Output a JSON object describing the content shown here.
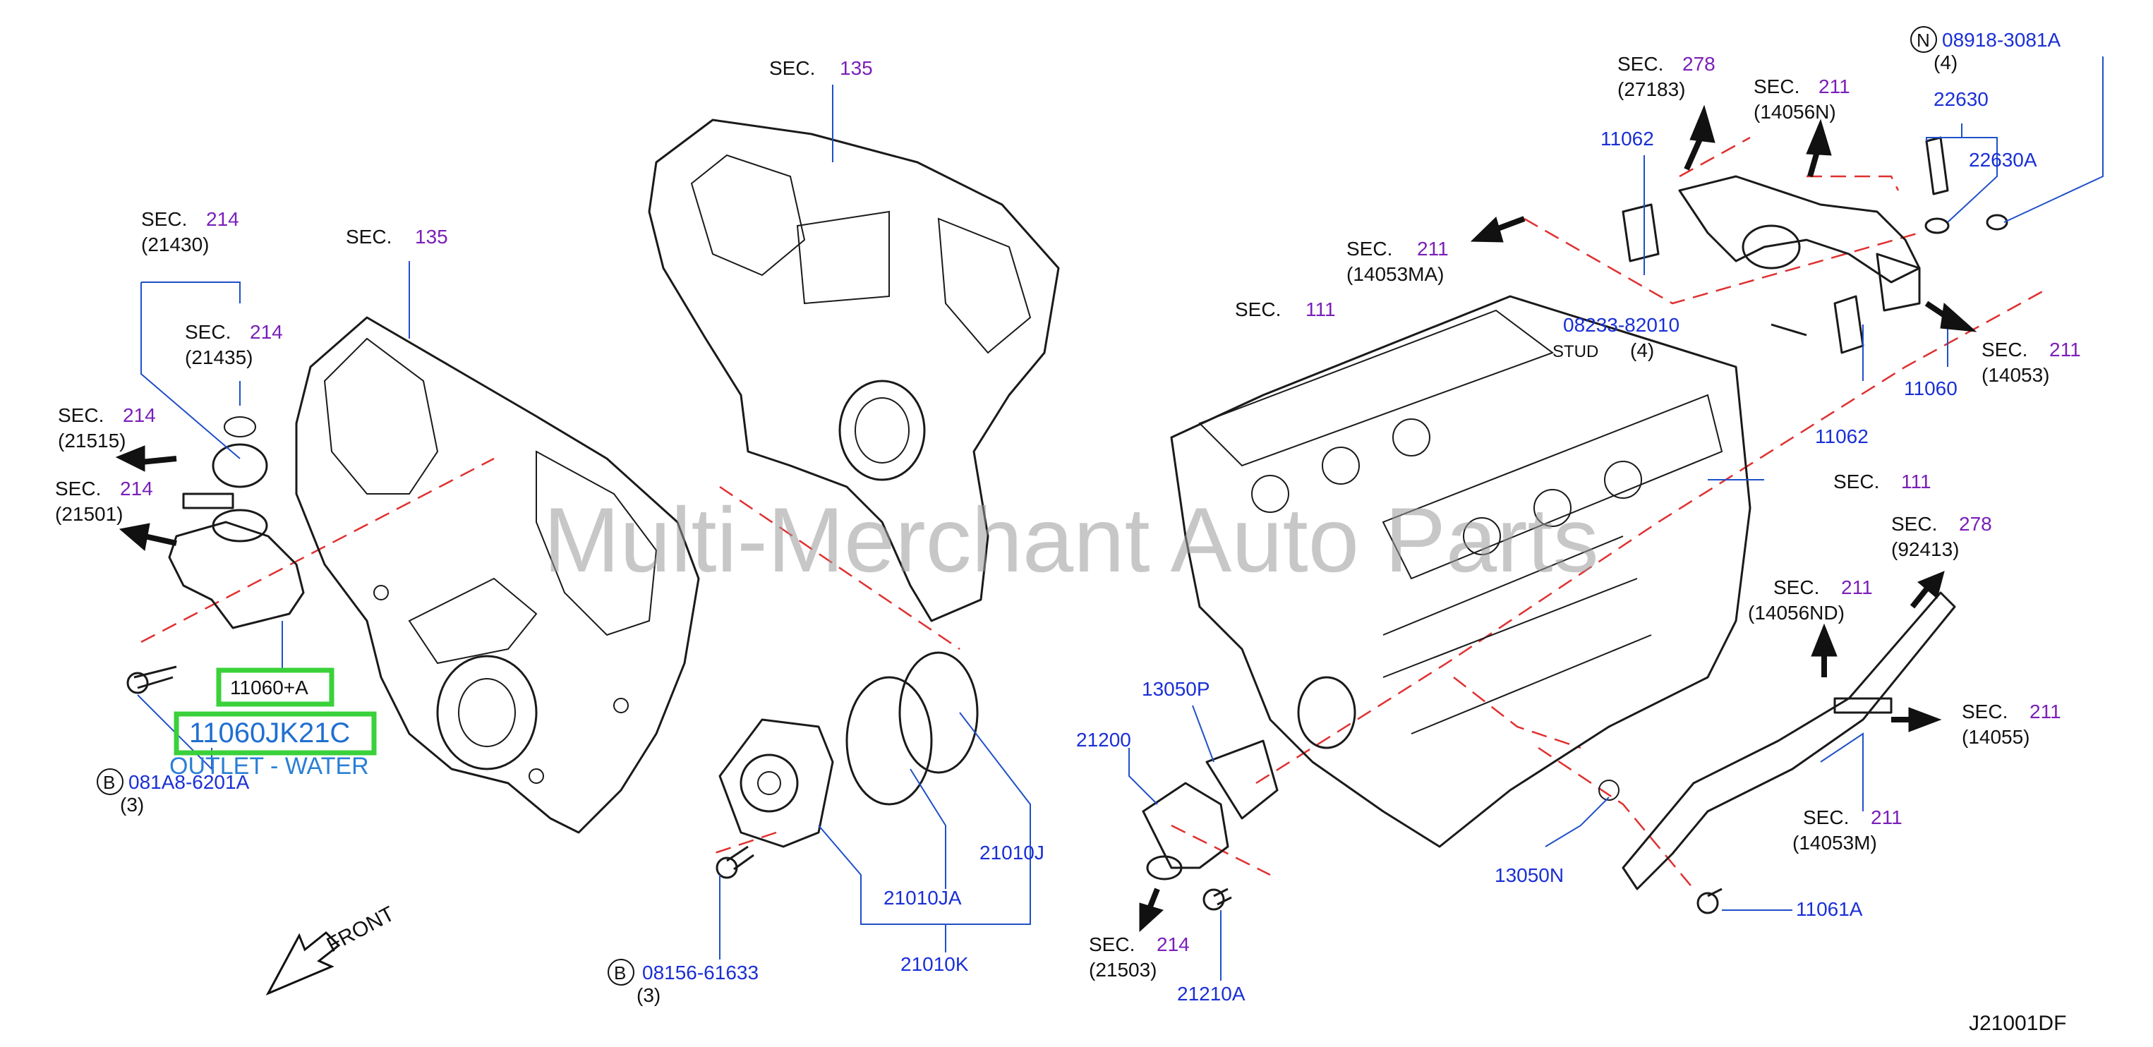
{
  "diagram_code": "J21001DF",
  "watermark": "Multi-Merchant Auto Parts",
  "front_label": "FRONT",
  "sec_word": "SEC.",
  "secs": [
    {
      "num": "214",
      "ref": "(21430)"
    },
    {
      "num": "214",
      "ref": "(21435)"
    },
    {
      "num": "214",
      "ref": "(21515)"
    },
    {
      "num": "214",
      "ref": "(21501)"
    },
    {
      "num": "135",
      "ref": ""
    },
    {
      "num": "135",
      "ref": ""
    },
    {
      "num": "211",
      "ref": "(14053MA)"
    },
    {
      "num": "111",
      "ref": ""
    },
    {
      "num": "278",
      "ref": "(27183)"
    },
    {
      "num": "211",
      "ref": "(14056N)"
    },
    {
      "num": "211",
      "ref": "(14053)"
    },
    {
      "num": "111",
      "ref": ""
    },
    {
      "num": "278",
      "ref": "(92413)"
    },
    {
      "num": "211",
      "ref": "(14056ND)"
    },
    {
      "num": "211",
      "ref": "(14055)"
    },
    {
      "num": "211",
      "ref": "(14053M)"
    },
    {
      "num": "214",
      "ref": "(21503)"
    }
  ],
  "parts": {
    "p11060A": "11060+A",
    "p11060JK21C": "11060JK21C",
    "outlet_water": "OUTLET - WATER",
    "bolt_b1": "081A8-6201A",
    "bolt_b1_qty": "(3)",
    "bolt_b2": "08156-61633",
    "bolt_b2_qty": "(3)",
    "p21010J": "21010J",
    "p21010JA": "21010JA",
    "p21010K": "21010K",
    "p13050P": "13050P",
    "p21200": "21200",
    "p21210A": "21210A",
    "p13050N": "13050N",
    "p11061A": "11061A",
    "p11062_top": "11062",
    "p11062_mid": "11062",
    "p11060": "11060",
    "p22630": "22630",
    "p22630A": "22630A",
    "n_part": "08918-3081A",
    "n_qty": "(4)",
    "stud_part": "08233-82010",
    "stud_word": "STUD",
    "stud_qty": "(4)"
  },
  "markers": {
    "b": "B",
    "n": "N"
  },
  "colors": {
    "accent_blue": "#1a2fd6",
    "sec_purple": "#7a1fb8",
    "leader": "#1f50c8",
    "dash_red": "#e03030",
    "highlight": "#3ad13a"
  }
}
